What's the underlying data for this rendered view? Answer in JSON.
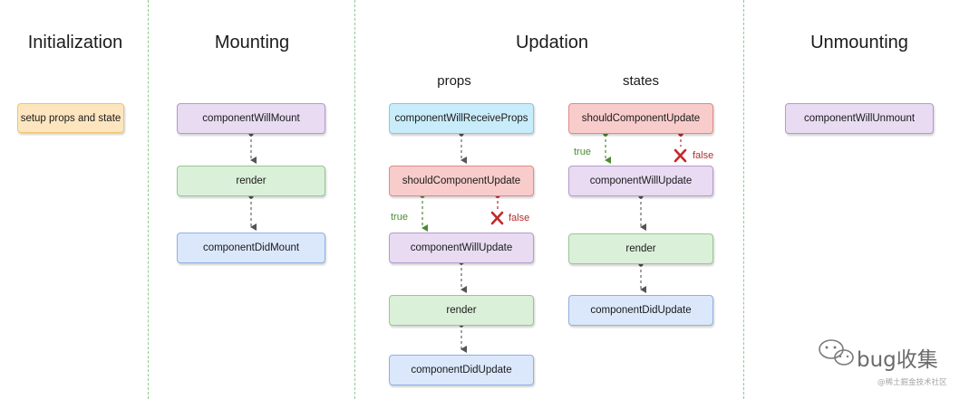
{
  "phases": {
    "initialization": "Initialization",
    "mounting": "Mounting",
    "updation": "Updation",
    "unmounting": "Unmounting"
  },
  "subheaders": {
    "props": "props",
    "states": "states"
  },
  "initialization": {
    "setup": "setup props and state"
  },
  "mounting": {
    "will_mount": "componentWillMount",
    "render": "render",
    "did_mount": "componentDidMount"
  },
  "updation_props": {
    "will_receive_props": "componentWillReceiveProps",
    "should_update": "shouldComponentUpdate",
    "true_label": "true",
    "false_label": "false",
    "will_update": "componentWillUpdate",
    "render": "render",
    "did_update": "componentDidUpdate"
  },
  "updation_states": {
    "should_update": "shouldComponentUpdate",
    "true_label": "true",
    "false_label": "false",
    "will_update": "componentWillUpdate",
    "render": "render",
    "did_update": "componentDidUpdate"
  },
  "unmounting": {
    "will_unmount": "componentWillUnmount"
  },
  "watermark": {
    "title": "bug收集",
    "source": "@稀土掘金技术社区"
  },
  "colors": {
    "divider": "#8fc98f",
    "true": "#4b8b31",
    "false": "#b92b2b",
    "arrow": "#555555"
  }
}
